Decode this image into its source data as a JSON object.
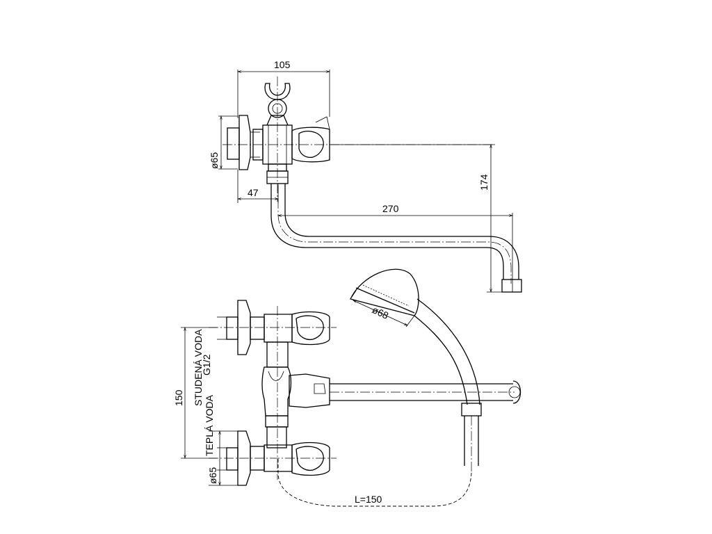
{
  "dimensions": {
    "top_width": "105",
    "top_diameter": "ø65",
    "offset": "47",
    "spout_length": "270",
    "spout_height": "174",
    "shower_diameter": "ø68",
    "spacing": "150",
    "thread": "G1/2",
    "bottom_diameter": "ø65",
    "hose_length": "L=150"
  },
  "labels": {
    "cold_water": "STUDENÁ VODA",
    "hot_water": "TEPLÁ VODA"
  }
}
